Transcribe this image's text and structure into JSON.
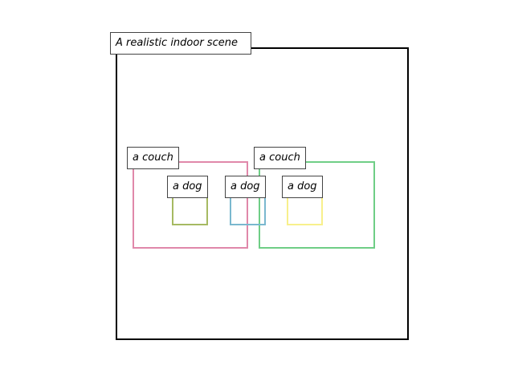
{
  "scene": {
    "caption": "A realistic indoor scene"
  },
  "objects": [
    {
      "label": "a couch",
      "color": "#e088aa"
    },
    {
      "label": "a couch",
      "color": "#6fce86"
    },
    {
      "label": "a dog",
      "color": "#a6ba62"
    },
    {
      "label": "a dog",
      "color": "#7ab8cf"
    },
    {
      "label": "a dog",
      "color": "#f8f08c"
    }
  ]
}
